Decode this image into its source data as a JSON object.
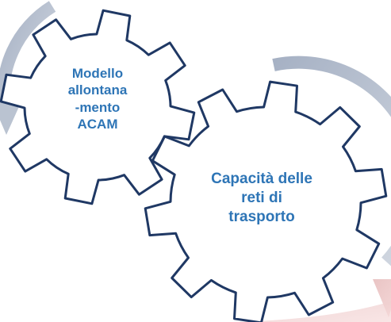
{
  "colors": {
    "gear_outline": "#1f3864",
    "gear_fill": "#ffffff",
    "label": "#2e75b6",
    "arrow": "#a9b4c6",
    "arrow_light": "#cdd4de",
    "arrow_pink": "#f2c9c9"
  },
  "gears": [
    {
      "name": "gear-small",
      "label_lines": [
        "Modello",
        "allontana",
        "-mento",
        "ACAM"
      ]
    },
    {
      "name": "gear-large",
      "label_lines": [
        "Capacità delle",
        "reti di",
        "trasporto"
      ]
    }
  ]
}
